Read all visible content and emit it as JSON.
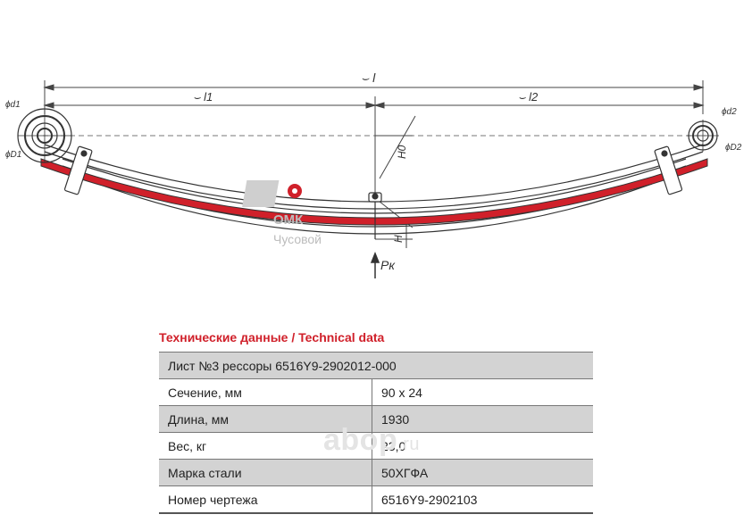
{
  "drawing": {
    "dim_total": "⌣ l",
    "dim_left": "⌣ l1",
    "dim_right": "⌣ l2",
    "dim_h0": "H0",
    "dim_h": "H",
    "load": "Pк",
    "eye_left_inner": "ϕd1",
    "eye_left_outer": "ϕD1",
    "eye_right_inner": "ϕd2",
    "eye_right_outer": "ϕD2",
    "leaf_highlight_color": "#d0202a"
  },
  "logo": {
    "brand": "ОМК",
    "city": "Чусовой"
  },
  "table": {
    "title": "Технические данные / Technical data",
    "header": "Лист №3 рессоры 6516Y9-2902012-000",
    "rows": [
      {
        "label": "Сечение, мм",
        "value": "90 x 24"
      },
      {
        "label": "Длина, мм",
        "value": "1930"
      },
      {
        "label": "Вес, кг",
        "value": "23,0"
      },
      {
        "label": "Марка стали",
        "value": "50ХГФА"
      },
      {
        "label": "Номер чертежа",
        "value": "6516Y9-2902103"
      }
    ]
  },
  "watermark": {
    "text": "abop",
    "tld": ".ru"
  }
}
